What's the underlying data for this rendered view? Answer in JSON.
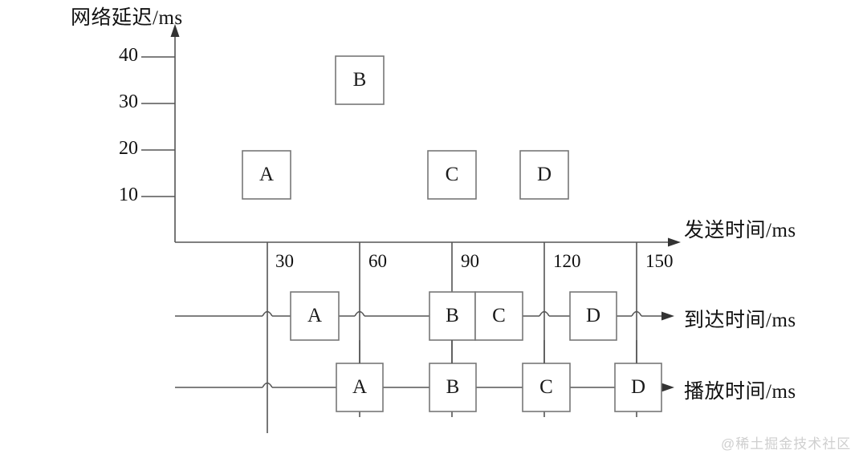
{
  "figure": {
    "background": "#ffffff",
    "line_color": "#555555",
    "box_stroke": "#777777",
    "text_color": "#1a1a1a"
  },
  "chart_data": {
    "type": "scatter",
    "title": "",
    "ylabel": "网络延迟/ms",
    "xlabel": "发送时间/ms",
    "ylim": [
      0,
      45
    ],
    "xlim": [
      0,
      165
    ],
    "yticks": [
      10,
      20,
      30,
      40
    ],
    "xticks": [
      30,
      60,
      90,
      120,
      150
    ],
    "grid": "vertical-only",
    "categories": [
      "A",
      "B",
      "C",
      "D"
    ],
    "x": [
      30,
      60,
      90,
      120
    ],
    "values": [
      15,
      35,
      15,
      15
    ],
    "points": [
      {
        "label": "A",
        "send_time": 30,
        "delay": 15
      },
      {
        "label": "B",
        "send_time": 60,
        "delay": 35
      },
      {
        "label": "C",
        "send_time": 90,
        "delay": 15
      },
      {
        "label": "D",
        "send_time": 120,
        "delay": 15
      }
    ],
    "timelines": [
      {
        "name": "arrival",
        "axis_label": "到达时间/ms",
        "packets": [
          {
            "label": "A",
            "time": 45
          },
          {
            "label": "B",
            "time": 95
          },
          {
            "label": "C",
            "time": 110
          },
          {
            "label": "D",
            "time": 135
          }
        ]
      },
      {
        "name": "playback",
        "axis_label": "播放时间/ms",
        "packets": [
          {
            "label": "A",
            "time": 60
          },
          {
            "label": "B",
            "time": 90
          },
          {
            "label": "C",
            "time": 120
          },
          {
            "label": "D",
            "time": 150
          }
        ]
      }
    ]
  },
  "labels": {
    "y_axis_title": "网络延迟/ms",
    "x_axis_title": "发送时间/ms",
    "arrival_axis_title": "到达时间/ms",
    "playback_axis_title": "播放时间/ms",
    "y_ticks": [
      "40",
      "30",
      "20",
      "10"
    ],
    "x_ticks": [
      "30",
      "60",
      "90",
      "120",
      "150"
    ],
    "scatter_boxes": [
      "A",
      "B",
      "C",
      "D"
    ],
    "arrival_boxes": [
      "A",
      "B",
      "C",
      "D"
    ],
    "playback_boxes": [
      "A",
      "B",
      "C",
      "D"
    ]
  },
  "watermark": {
    "text": "@稀土掘金技术社区"
  }
}
